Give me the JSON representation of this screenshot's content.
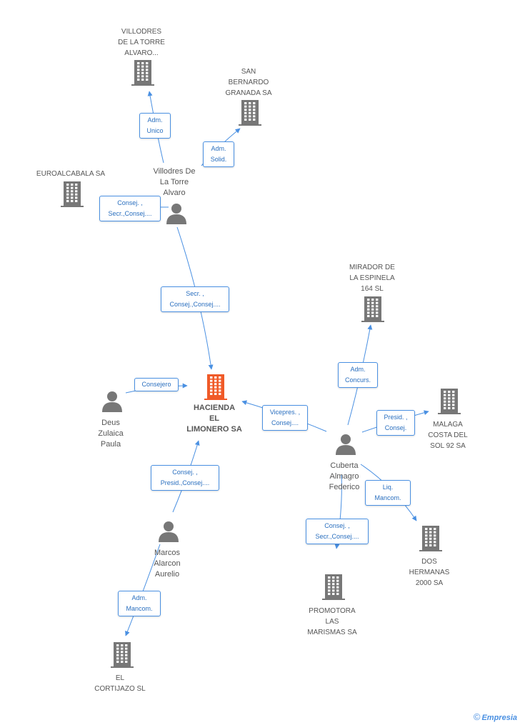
{
  "colors": {
    "company": "#777777",
    "main_company": "#f05a28",
    "person": "#777777",
    "edge": "#4a90e2",
    "edge_text": "#2a6fbf"
  },
  "nodes": [
    {
      "id": "villodres_torre_alvaro_co",
      "kind": "company",
      "icon": "building-icon",
      "label": [
        "VILLODRES",
        "DE LA TORRE",
        "ALVARO..."
      ]
    },
    {
      "id": "san_bernardo",
      "kind": "company",
      "icon": "building-icon",
      "label": [
        "SAN",
        "BERNARDO",
        "GRANADA SA"
      ]
    },
    {
      "id": "euroalcabala",
      "kind": "company",
      "icon": "building-icon",
      "label": [
        "EUROALCABALA SA"
      ]
    },
    {
      "id": "villodres_person",
      "kind": "person",
      "icon": "person-icon",
      "label": [
        "Villodres De",
        "La Torre",
        "Alvaro"
      ]
    },
    {
      "id": "mirador",
      "kind": "company",
      "icon": "building-icon",
      "label": [
        "MIRADOR DE",
        "LA ESPINELA",
        "164 SL"
      ]
    },
    {
      "id": "hacienda",
      "kind": "main",
      "icon": "building-icon",
      "label": [
        "HACIENDA",
        "EL",
        "LIMONERO SA"
      ]
    },
    {
      "id": "deus",
      "kind": "person",
      "icon": "person-icon",
      "label": [
        "Deus",
        "Zulaica",
        "Paula"
      ]
    },
    {
      "id": "malaga",
      "kind": "company",
      "icon": "building-icon",
      "label": [
        "MALAGA",
        "COSTA DEL",
        "SOL 92 SA"
      ]
    },
    {
      "id": "cuberta",
      "kind": "person",
      "icon": "person-icon",
      "label": [
        "Cuberta",
        "Almagro",
        "Federico"
      ]
    },
    {
      "id": "marcos",
      "kind": "person",
      "icon": "person-icon",
      "label": [
        "Marcos",
        "Alarcon",
        "Aurelio"
      ]
    },
    {
      "id": "dos_hermanas",
      "kind": "company",
      "icon": "building-icon",
      "label": [
        "DOS",
        "HERMANAS",
        "2000 SA"
      ]
    },
    {
      "id": "promotora",
      "kind": "company",
      "icon": "building-icon",
      "label": [
        "PROMOTORA",
        "LAS",
        "MARISMAS SA"
      ]
    },
    {
      "id": "cortijazo",
      "kind": "company",
      "icon": "building-icon",
      "label": [
        "EL",
        "CORTIJAZO  SL"
      ]
    }
  ],
  "edges": [
    {
      "from": "villodres_person",
      "to": "villodres_torre_alvaro_co",
      "label": [
        "Adm.",
        "Unico"
      ]
    },
    {
      "from": "villodres_person",
      "to": "san_bernardo",
      "label": [
        "Adm.",
        "Solid."
      ]
    },
    {
      "from": "villodres_person",
      "to": "euroalcabala",
      "label": [
        "Consej. ,",
        "Secr.,Consej...."
      ]
    },
    {
      "from": "villodres_person",
      "to": "hacienda",
      "label": [
        "Secr. ,",
        "Consej.,Consej...."
      ]
    },
    {
      "from": "deus",
      "to": "hacienda",
      "label": [
        "Consejero"
      ]
    },
    {
      "from": "cuberta",
      "to": "hacienda",
      "label": [
        "Vicepres. ,",
        "Consej...."
      ]
    },
    {
      "from": "cuberta",
      "to": "mirador",
      "label": [
        "Adm.",
        "Concurs."
      ]
    },
    {
      "from": "cuberta",
      "to": "malaga",
      "label": [
        "Presid. ,",
        "Consej."
      ]
    },
    {
      "from": "cuberta",
      "to": "dos_hermanas",
      "label": [
        "Liq.",
        "Mancom."
      ]
    },
    {
      "from": "cuberta",
      "to": "promotora",
      "label": [
        "Consej. ,",
        "Secr.,Consej...."
      ]
    },
    {
      "from": "marcos",
      "to": "hacienda",
      "label": [
        "Consej. ,",
        "Presid.,Consej...."
      ]
    },
    {
      "from": "marcos",
      "to": "cortijazo",
      "label": [
        "Adm.",
        "Mancom."
      ]
    }
  ],
  "footer": {
    "copyright": "©",
    "brand": "Empresia"
  }
}
